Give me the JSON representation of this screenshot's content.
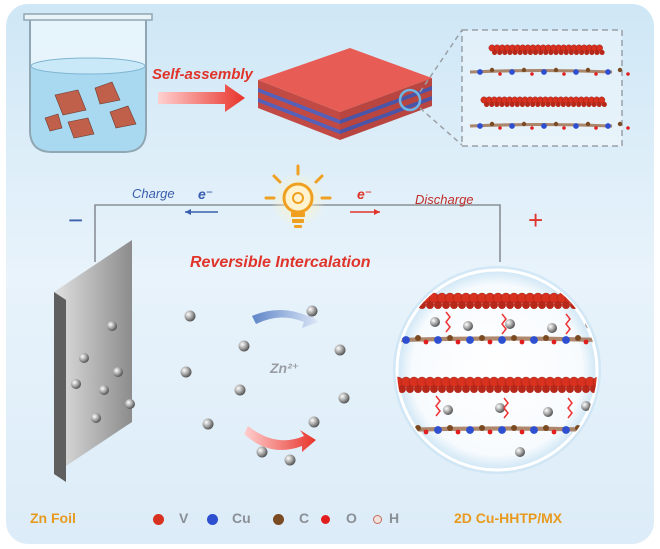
{
  "labels": {
    "self_assembly": "Self-assembly",
    "charge": "Charge",
    "discharge": "Discharge",
    "electron_left": "e⁻",
    "electron_right": "e⁻",
    "minus": "−",
    "plus": "+",
    "reversible": "Reversible Intercalation",
    "zn_ion": "Zn²⁺"
  },
  "legend": {
    "zn_foil": "Zn Foil",
    "items": [
      {
        "label": "V",
        "color": "#d8311f"
      },
      {
        "label": "Cu",
        "color": "#2d4fd0"
      },
      {
        "label": "C",
        "color": "#7a4a22"
      },
      {
        "label": "O",
        "color": "#e11d1d"
      },
      {
        "label": "H",
        "color": "#f2e2dc"
      }
    ],
    "material": "2D Cu-HHTP/MX"
  },
  "colors": {
    "accent_red": "#e0342a",
    "accent_orange": "#f0a020",
    "blue_text": "#3b5fae"
  }
}
